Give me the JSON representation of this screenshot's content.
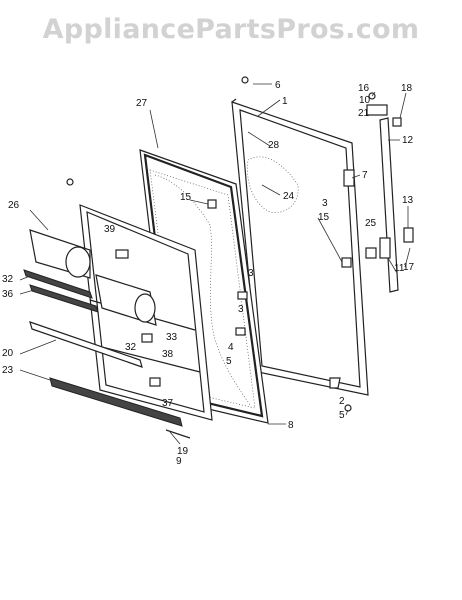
{
  "watermark": {
    "text": "AppliancePartsPros.com",
    "color": "#d2d2d2"
  },
  "diagram": {
    "callouts": [
      "1",
      "2",
      "3",
      "3",
      "3",
      "4",
      "5",
      "5",
      "6",
      "7",
      "8",
      "9",
      "10",
      "11",
      "12",
      "13",
      "15",
      "15",
      "16",
      "17",
      "18",
      "19",
      "20",
      "21",
      "23",
      "24",
      "25",
      "26",
      "27",
      "28",
      "32",
      "32",
      "33",
      "36",
      "37",
      "38",
      "39"
    ]
  }
}
